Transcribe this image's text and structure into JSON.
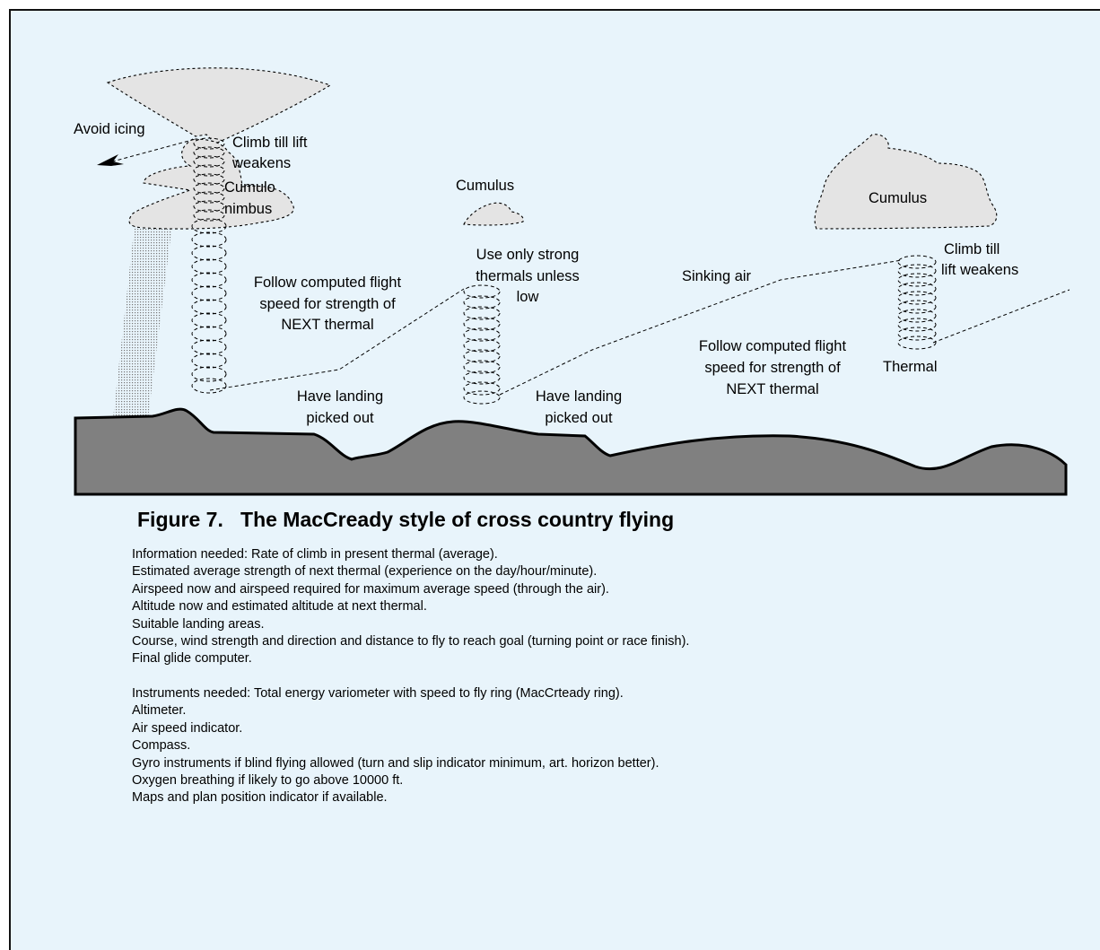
{
  "diagram": {
    "labels": {
      "avoid_icing": "Avoid icing",
      "climb_left": [
        "Climb till lift",
        "weakens"
      ],
      "cumulonimbus": [
        "Cumulo",
        "nimbus"
      ],
      "cumulus_small": "Cumulus",
      "cumulus_right": "Cumulus",
      "use_only": [
        "Use only strong",
        "thermals unless",
        "low"
      ],
      "follow_left": [
        "Follow computed flight",
        "speed for strength of",
        "NEXT thermal"
      ],
      "sinking_air": "Sinking air",
      "climb_right": [
        "Climb till",
        "lift weakens"
      ],
      "follow_right": [
        "Follow computed flight",
        "speed for strength of",
        "NEXT thermal"
      ],
      "thermal": "Thermal",
      "landing_left": [
        "Have landing",
        "picked out"
      ],
      "landing_mid": [
        "Have landing",
        "picked out"
      ]
    }
  },
  "figure": {
    "title": "Figure 7.   The MacCready style of cross country flying"
  },
  "information": [
    "Information needed: Rate of climb in present thermal (average).",
    "Estimated average strength of next thermal (experience on the day/hour/minute).",
    "Airspeed now and airspeed required for maximum average speed (through the air).",
    "Altitude now and estimated altitude at next thermal.",
    "Suitable landing areas.",
    "Course, wind strength and direction and distance to fly to reach goal (turning point or race finish).",
    "Final glide computer."
  ],
  "instruments": [
    "Instruments needed: Total energy variometer with speed to fly ring (MacCrteady ring).",
    "Altimeter.",
    "Air speed indicator.",
    "Compass.",
    "Gyro instruments if blind flying allowed (turn and slip indicator minimum, art. horizon better).",
    "Oxygen breathing if likely to go above 10000 ft.",
    "Maps and plan position indicator if available."
  ]
}
